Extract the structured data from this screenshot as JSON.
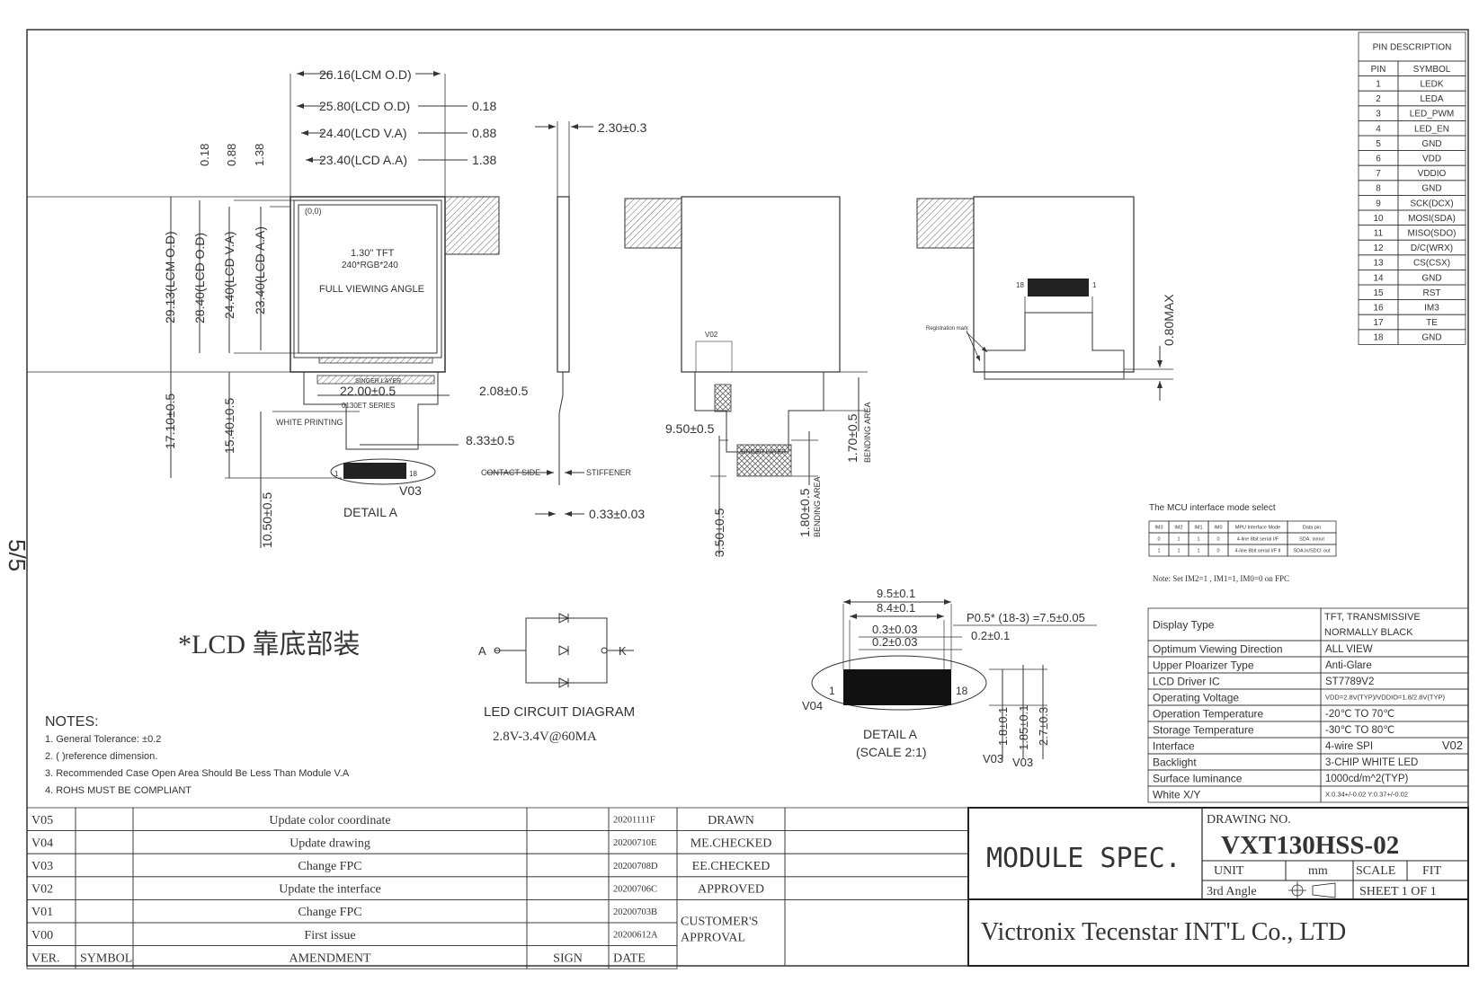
{
  "drawing": {
    "main_view": {
      "dims_top": [
        "26.16(LCM O.D)",
        "25.80(LCD O.D)",
        "24.40(LCD V.A)",
        "23.40(LCD A.A)"
      ],
      "dims_right": [
        "0.18",
        "0.88",
        "1.38"
      ],
      "dims_left_vertical": [
        "0.18",
        "0.88",
        "1.38"
      ],
      "dims_vertical": [
        "29.13(LCM O.D)",
        "28.40(LCD O.D)",
        "24.40(LCD V.A)",
        "23.40(LCD A.A)",
        "17.10±0.5",
        "15.40±0.5",
        "10.50±0.5"
      ],
      "origin": "(0,0)",
      "panel_size": "1.30\" TFT",
      "panel_res": "240*RGB*240",
      "panel_note": "FULL VIEWING ANGLE",
      "singer_layer": "SINGER LAYER",
      "series": "0130ET SERIES",
      "white_printing": "WHITE PRINTING",
      "dim_22": "22.00±0.5",
      "dim_208": "2.08±0.5",
      "dim_833": "8.33±0.5",
      "v03": "V03",
      "detail_a": "DETAIL A",
      "fpc_pin_first": "1",
      "fpc_pin_last": "18"
    },
    "side_view": {
      "thickness": "2.30±0.3",
      "contact_side": "CONTACT SIDE",
      "stiffener": "STIFFENER",
      "fpc_thk": "0.33±0.03"
    },
    "back_view": {
      "v02": "V02",
      "dim_950": "9.50±0.5",
      "dim_170": "1.70±0.5",
      "bending_area_1": "BENDING AREA",
      "dim_180": "1.80±0.5",
      "bending_area_2": "BENDING AREA",
      "dim_350": "3.50±0.5",
      "singer_layer": "SINGER LAYER"
    },
    "bent_view": {
      "pin18": "18",
      "pin1": "1",
      "reg_mark": "Registration mark",
      "max": "0.80MAX"
    },
    "detail_view": {
      "d1": "9.5±0.1",
      "d2": "8.4±0.1",
      "d3": "0.3±0.03",
      "d4": "0.2±0.03",
      "pitch": "P0.5* (18-3) =7.5±0.05",
      "d5": "0.2±0.1",
      "pin1": "1",
      "pin18": "18",
      "v04": "V04",
      "title": "DETAIL  A",
      "scale": "(SCALE  2:1)",
      "h1": "1.8±0.1",
      "h2": "1.85±0.1",
      "h3": "2.7±0.3",
      "v03a": "V03",
      "v03b": "V03"
    },
    "led": {
      "anode": "A",
      "cathode": "K",
      "title": "LED  CIRCUIT  DIAGRAM",
      "spec": "2.8V-3.4V@60MA"
    },
    "chinese_note": "*LCD 靠底部装"
  },
  "notes": {
    "title": "NOTES:",
    "items": [
      "1. General Tolerance:  ±0.2",
      "2. (       )reference dimension.",
      "3. Recommended Case Open Area Should Be Less Than Module V.A",
      "4. ROHS   MUST BE COMPLIANT"
    ]
  },
  "pin_table": {
    "title": "PIN DESCRIPTION",
    "headers": [
      "PIN",
      "SYMBOL"
    ],
    "rows": [
      [
        "1",
        "LEDK"
      ],
      [
        "2",
        "LEDA"
      ],
      [
        "3",
        "LED_PWM"
      ],
      [
        "4",
        "LED_EN"
      ],
      [
        "5",
        "GND"
      ],
      [
        "6",
        "VDD"
      ],
      [
        "7",
        "VDDIO"
      ],
      [
        "8",
        "GND"
      ],
      [
        "9",
        "SCK(DCX)"
      ],
      [
        "10",
        "MOSI(SDA)"
      ],
      [
        "11",
        "MISO(SDO)"
      ],
      [
        "12",
        "D/C(WRX)"
      ],
      [
        "13",
        "CS(CSX)"
      ],
      [
        "14",
        "GND"
      ],
      [
        "15",
        "RST"
      ],
      [
        "16",
        "IM3"
      ],
      [
        "17",
        "TE"
      ],
      [
        "18",
        "GND"
      ]
    ]
  },
  "mcu_table": {
    "title": "The  MCU  interface  mode  select",
    "headers": [
      "IM3",
      "IM2",
      "IM1",
      "IM0",
      "MPU Interface Mode",
      "Data pin"
    ],
    "rows": [
      [
        "0",
        "1",
        "1",
        "0",
        "4-line 8bit serial I/F",
        "SDA: in/out"
      ],
      [
        "1",
        "1",
        "1",
        "0",
        "4-line 8bit serial I/F II",
        "SDA:in/SDO: out"
      ]
    ],
    "note": "Note: Set  IM2=1 , IM1=1, IM0=0  on  FPC"
  },
  "spec_table": {
    "rows": [
      [
        "Display Type",
        "TFT, TRANSMISSIVE",
        "NORMALLY BLACK"
      ],
      [
        "Optimum  Viewing Direction",
        "ALL  VIEW",
        ""
      ],
      [
        "Upper Ploarizer  Type",
        "Anti-Glare",
        ""
      ],
      [
        "LCD  Driver  IC",
        "ST7789V2",
        ""
      ],
      [
        "Operating  Voltage",
        "VDD=2.8V(TYP)/VDDIO=1.8/2.8V(TYP)",
        ""
      ],
      [
        "Operation  Temperature",
        "-20℃  TO  70℃",
        ""
      ],
      [
        "Storage  Temperature",
        "-30℃  TO  80℃",
        ""
      ],
      [
        "Interface",
        "4-wire  SPI",
        "V02"
      ],
      [
        "Backlight",
        "3-CHIP  WHITE  LED",
        ""
      ],
      [
        "Surface  luminance",
        "1000cd/m^2(TYP)",
        ""
      ],
      [
        "White  X/Y",
        "X:0.34+/-0.02  Y:0.37+/-0.02",
        ""
      ]
    ]
  },
  "revision_table": {
    "rows": [
      [
        "V05",
        "",
        "Update  color  coordinate",
        "",
        "20201111F"
      ],
      [
        "V04",
        "",
        "Update  drawing",
        "",
        "20200710E"
      ],
      [
        "V03",
        "",
        "Change  FPC",
        "",
        "20200708D"
      ],
      [
        "V02",
        "",
        "Update  the  interface",
        "",
        "20200706C"
      ],
      [
        "V01",
        "",
        "Change  FPC",
        "",
        "20200703B"
      ],
      [
        "V00",
        "",
        "First  issue",
        "",
        "20200612A"
      ]
    ],
    "headers": [
      "VER.",
      "SYMBOL",
      "AMENDMENT",
      "SIGN",
      "DATE"
    ]
  },
  "approval": {
    "rows": [
      "DRAWN",
      "ME.CHECKED",
      "EE.CHECKED",
      "APPROVED"
    ],
    "customer": [
      "CUSTOMER'S",
      "APPROVAL"
    ]
  },
  "title_block": {
    "module_spec": "MODULE  SPEC.",
    "drawing_no_label": "DRAWING  NO.",
    "drawing_no": "VXT130HSS-02",
    "unit_label": "UNIT",
    "unit": "mm",
    "scale_label": "SCALE",
    "scale": "FIT",
    "projection": "3rd  Angle",
    "sheet": "SHEET  1  OF  1",
    "company": "Victronix Tecenstar INT'L Co., LTD"
  },
  "margin_text": "5/5"
}
